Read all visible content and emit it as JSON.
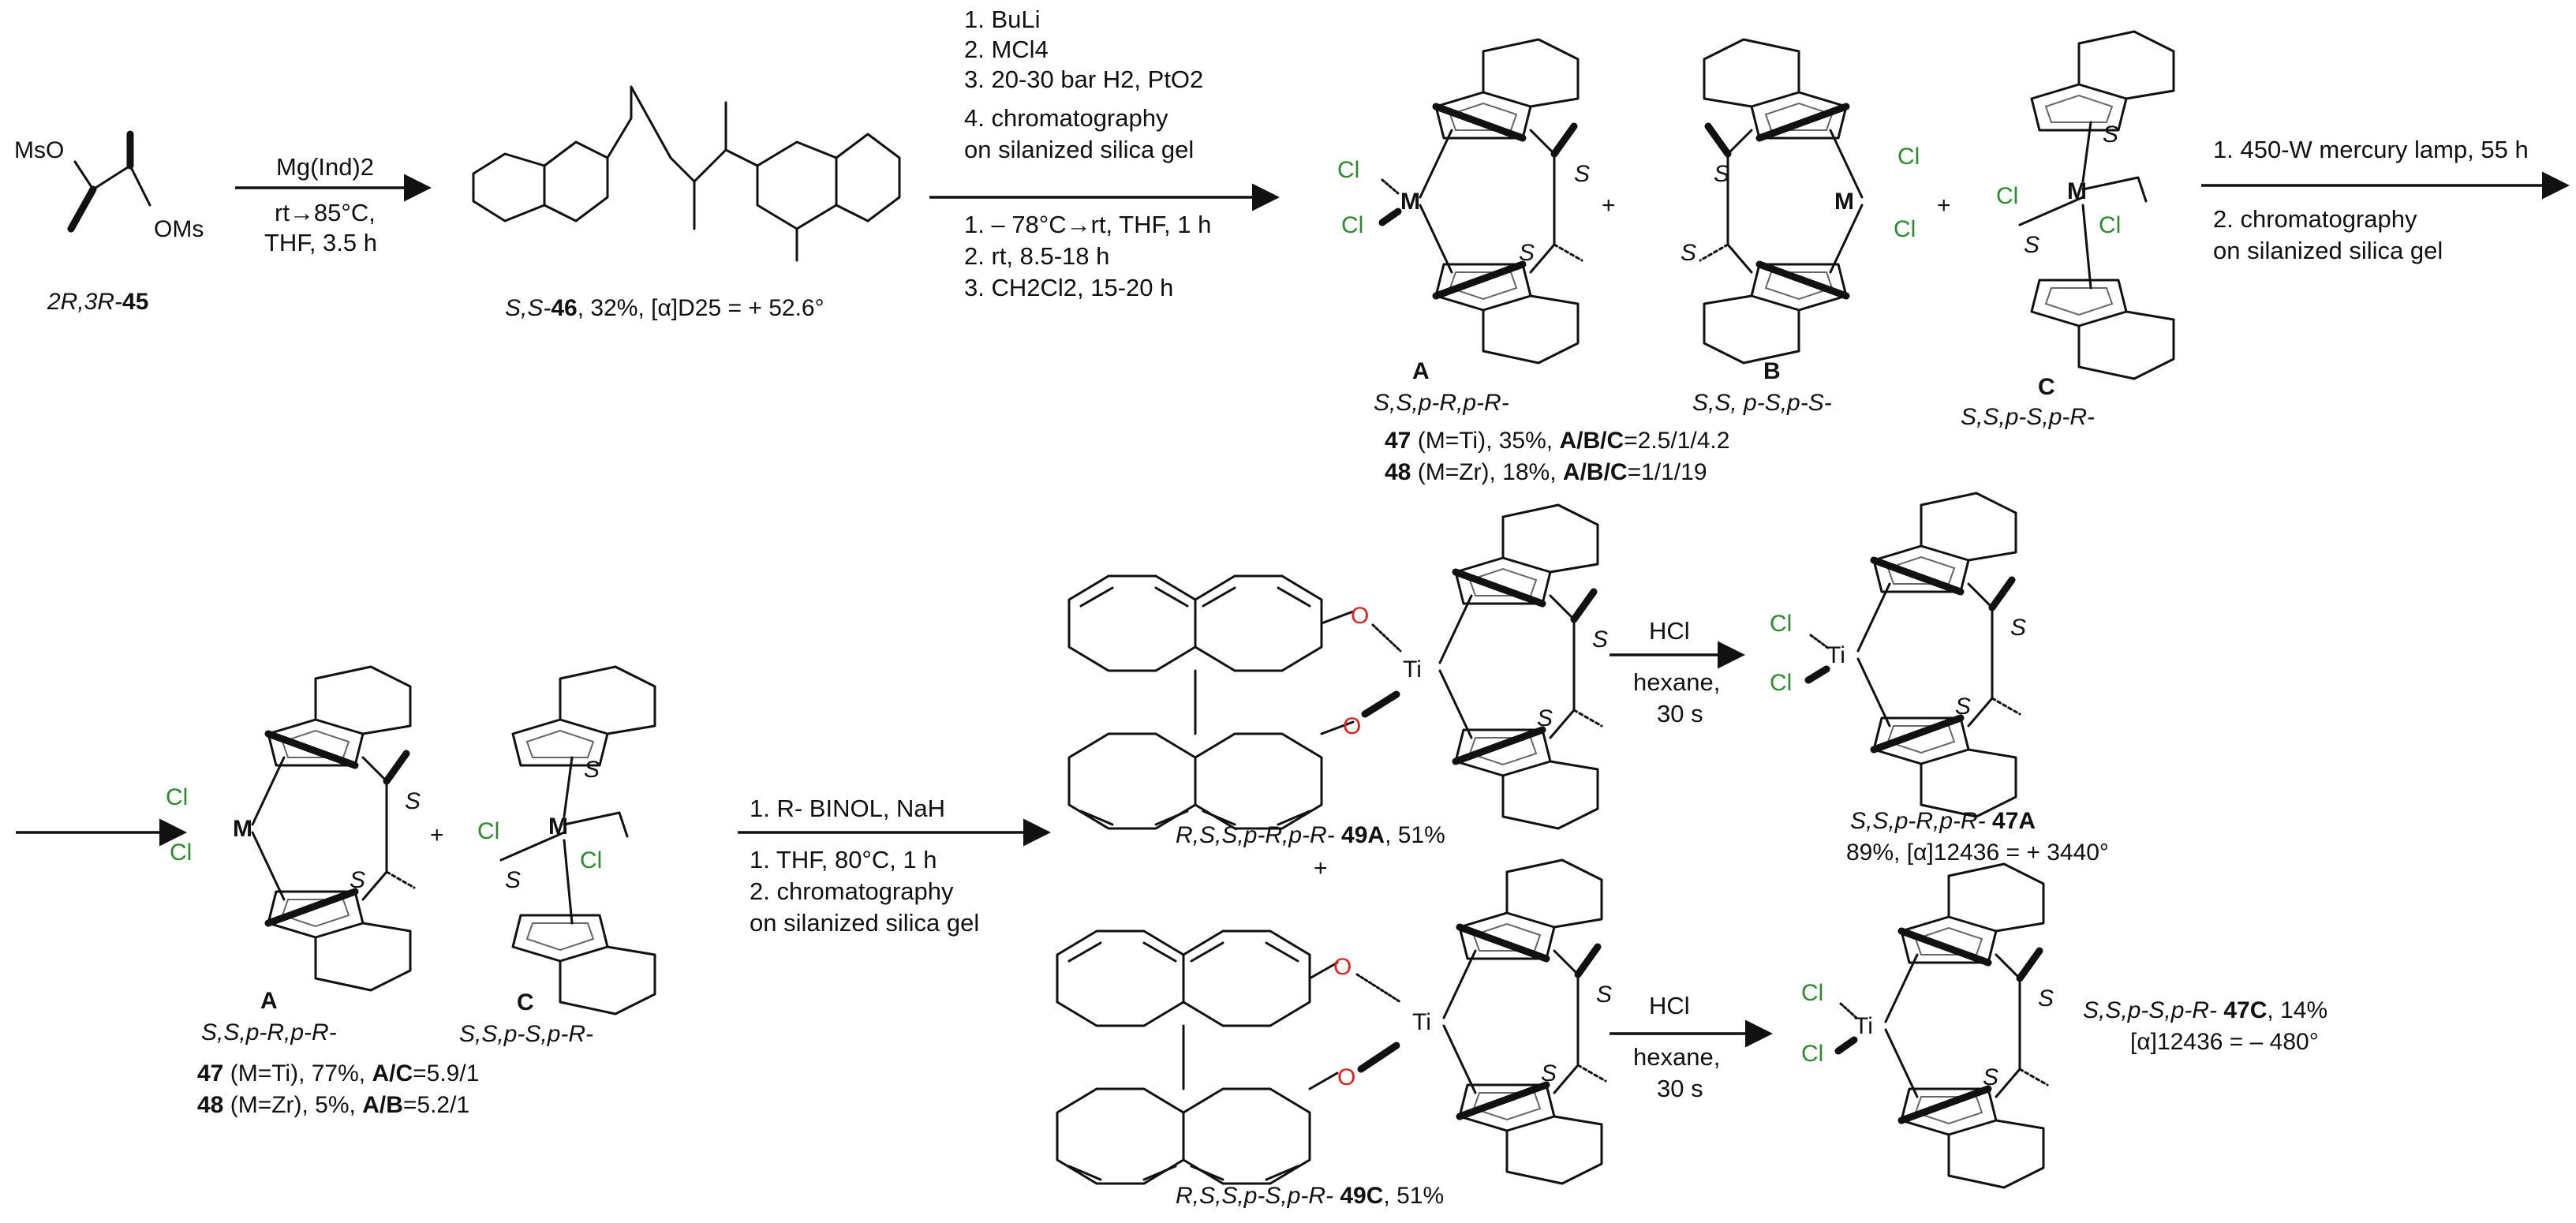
{
  "compounds": {
    "c45": {
      "prefix": "2R,3R-",
      "num": "45",
      "ms1": "MsO",
      "ms2": "OMs"
    },
    "c46": {
      "prefix": "S,S-",
      "num": "46",
      "suffix": ", 32%, [α]D25 = + 52.6°"
    },
    "A1": {
      "letter": "A",
      "desc": "S,S,p-R,p-R-"
    },
    "B1": {
      "letter": "B",
      "desc": "S,S, p-S,p-S-"
    },
    "C1": {
      "letter": "C",
      "desc": "S,S,p-S,p-R-"
    },
    "ratio1_47": {
      "num": "47",
      "text": " (M=Ti), 35%, ",
      "ratio": "A/B/C",
      "val": "=2.5/1/4.2"
    },
    "ratio1_48": {
      "num": "48",
      "text": " (M=Zr), 18%, ",
      "ratio": "A/B/C",
      "val": "=1/1/19"
    },
    "A2": {
      "letter": "A",
      "desc": "S,S,p-R,p-R-"
    },
    "C2": {
      "letter": "C",
      "desc": "S,S,p-S,p-R-"
    },
    "ratio2_47": {
      "num": "47",
      "text": " (M=Ti), 77%, ",
      "ratio": "A/C",
      "val": "=5.9/1"
    },
    "ratio2_48": {
      "num": "48",
      "text": " (M=Zr), 5%, ",
      "ratio": "A/B",
      "val": "=5.2/1"
    },
    "c49A": {
      "desc": "R,S,S,p-R,p-R- ",
      "num": "49A",
      "yield": ", 51%"
    },
    "c49C": {
      "desc": "R,S,S,p-S,p-R- ",
      "num": "49C",
      "yield": ", 51%"
    },
    "c47A": {
      "desc": "S,S,p-R,p-R- ",
      "num": "47A",
      "rot": "89%, [α]12436 = + 3440°"
    },
    "c47C": {
      "desc": "S,S,p-S,p-R- ",
      "num": "47C",
      "yield": ", 14%",
      "rot": "[α]12436 = – 480°"
    }
  },
  "arrows": {
    "a1": {
      "above": "Mg(Ind)2",
      "below": [
        "rt→85°C,",
        "THF, 3.5 h"
      ]
    },
    "a2": {
      "above": [
        "1. BuLi",
        "2. MCl4",
        "3. 20-30 bar H2, PtO2",
        "4. chromatography",
        "on silanized silica gel"
      ],
      "below": [
        "1. – 78°C→rt, THF, 1 h",
        "2. rt, 8.5-18 h",
        "3. CH2Cl2, 15-20 h"
      ]
    },
    "a3": {
      "above": "1. 450-W mercury lamp, 55 h",
      "below": [
        "2. chromatography",
        "on silanized silica gel"
      ]
    },
    "a4": {
      "above": "1. R- BINOL, NaH",
      "below": [
        "1. THF, 80°C, 1 h",
        "2. chromatography",
        "on silanized silica gel"
      ]
    },
    "a5": {
      "above": "HCl",
      "below": [
        "hexane,",
        "30 s"
      ]
    },
    "a6": {
      "above": "HCl",
      "below": [
        "hexane,",
        "30 s"
      ]
    }
  },
  "atoms": {
    "M": "M",
    "Ti": "Ti",
    "Cl": "Cl",
    "O": "O",
    "S": "S",
    "plus": "+"
  },
  "colors": {
    "chlorine": "#2b8a2b",
    "oxygen": "#e0201b"
  }
}
